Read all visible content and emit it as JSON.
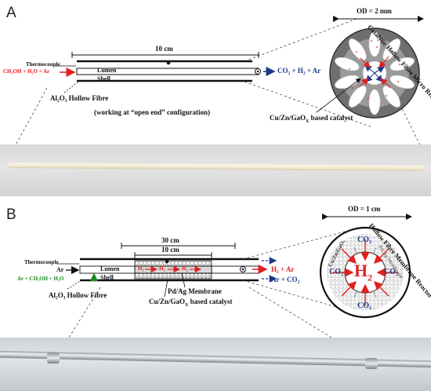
{
  "panel_a": {
    "letter": "A",
    "od_label": "OD = 2 mm",
    "length_label": "10 cm",
    "thermocouple": "Thermocouple",
    "inlet": "CH₃OH + H₂O + Ar",
    "lumen": "Lumen",
    "shell": "Shell",
    "outlet": "CO₂ + H₂ + Ar",
    "fibre_label": "Al₂O₃ Hollow Fibre",
    "config_note": "(working at “open end” configuration)",
    "catalyst": "Cu/Zn/GaO",
    "catalyst_sub": "X",
    "catalyst_rest": " based catalyst",
    "reactor_title": "Catalytic Hollow Fibre Micro Reactor"
  },
  "panel_b": {
    "letter": "B",
    "od_label": "OD = 1 cm",
    "outer_length": "30 cm",
    "inner_length": "10 cm",
    "thermocouple": "Thermocouple",
    "ar": "Ar",
    "lumen": "Lumen",
    "shell": "Shell",
    "inlet": "Ar + CH₃OH + H₂O",
    "h2_ar": "H₂ + Ar",
    "ar_co2": "Ar + CO₂",
    "fibre_label": "Al₂O₃ Hollow Fibre",
    "membrane": "Pd/Ag Membrane",
    "catalyst": "Cu/Zn/GaO",
    "catalyst_sub": "X",
    "catalyst_rest": " based catalyst",
    "h2_inner": "H₂",
    "h2_big": "H",
    "h2_big_sub": "2",
    "co2": "CO₂",
    "reactor_title": "Hollow Fibre Membrane Reactor",
    "ring_catalyst": "Cu/Zn/GaOₓ",
    "ring_membrane": "Pd/Ag Membrane"
  }
}
